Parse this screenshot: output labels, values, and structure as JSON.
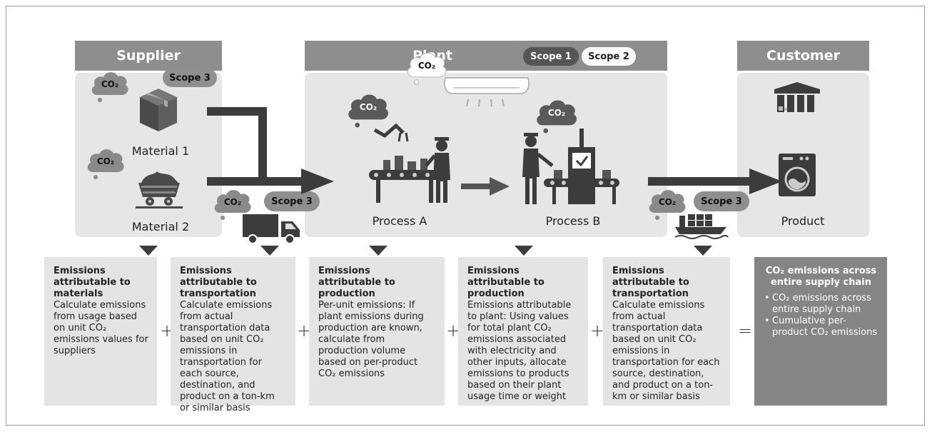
{
  "headers": {
    "supplier": "Supplier",
    "plant": "Plant",
    "customer": "Customer"
  },
  "co2_label": "CO₂",
  "scopes": {
    "scope1": "Scope 1",
    "scope2": "Scope 2",
    "scope3": "Scope 3"
  },
  "captions": {
    "material1": "Material 1",
    "material2": "Material 2",
    "process_a": "Process A",
    "process_b": "Process B",
    "product": "Product"
  },
  "boxes": [
    {
      "title": "Emissions attributable to materials",
      "body": "Calculate emissions from usage based on unit CO₂ emissions values for suppliers"
    },
    {
      "title": "Emissions attributable to transportation",
      "body": "Calculate emissions from actual transportation data based on unit CO₂ emissions in transportation for each source, destination, and product on a ton-km or similar basis"
    },
    {
      "title": "Emissions attributable to production",
      "body": "Per-unit emissions: If plant emissions during production are known, calculate from production volume based on per-product CO₂ emissions"
    },
    {
      "title": "Emissions attributable to production",
      "body": "Emissions attributable to plant: Using values for total plant CO₂ emissions associated with electricity and other inputs, allocate emissions to products based on their plant usage time or weight"
    },
    {
      "title": "Emissions attributable to transportation",
      "body": "Calculate emissions from actual transportation data based on unit CO₂ emissions in transportation for each source, destination, and product on a ton-km or similar basis"
    }
  ],
  "result_box": {
    "title": "CO₂ emissions across entire supply chain",
    "bullets": [
      "CO₂ emissions across entire supply chain",
      "Cumulative per-product CO₂ emissions"
    ]
  },
  "operators": {
    "plus": "+",
    "equals": "="
  },
  "colors": {
    "header_bg": "#8e8e8e",
    "panel_bg": "#e6e6e6",
    "box_bg": "#e4e4e4",
    "result_bg": "#858585",
    "cloud": "#8a8a8a",
    "arrow": "#3c3c3c"
  }
}
